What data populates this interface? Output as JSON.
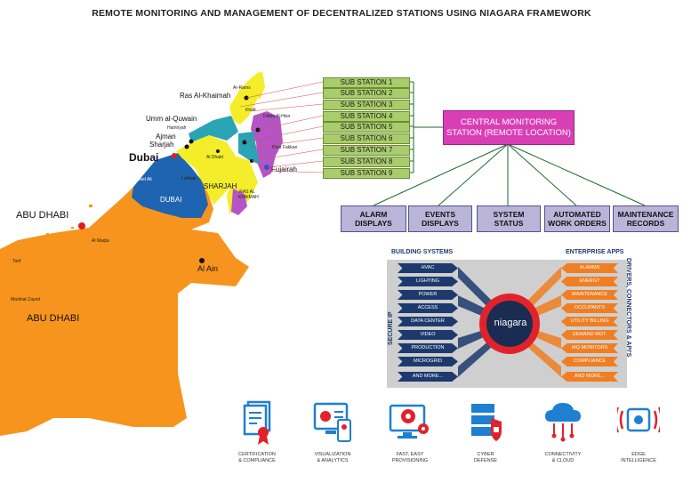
{
  "title": "REMOTE MONITORING AND MANAGEMENT OF DECENTRALIZED STATIONS USING NIAGARA FRAMEWORK",
  "map": {
    "labels": {
      "ras_al_khaimah": "Ras Al-Khaimah",
      "umm_al_quwain": "Umm al-Quwain",
      "ajman": "Ajman",
      "sharjah": "Sharjah",
      "dubai": "Dubai",
      "fujairah": "Fujairah",
      "abu_dhabi_city": "ABU DHABI",
      "al_ain": "Al Ain",
      "abu_dhabi_region": "ABU DHABI",
      "dubai_region": "DUBAI",
      "sharjah_region": "SHARJAH",
      "ar_rams": "Ar-Rams",
      "khatt": "Khatt",
      "hamriyah": "Hamriyah",
      "dibba": "Dibba Al-Hisn",
      "khor_fakkan": "Khor Fakkan",
      "al_dhaid": "Al Dhaid",
      "lahbab": "Lahbab",
      "jebel_ali": "Jebel Ali",
      "al_maqta": "Al Maqta",
      "tarif": "Tarif",
      "madinat_zayed": "Madinat Zayed",
      "ras_al_khaimah_region": "RAS AL KHAIMAH"
    },
    "colors": {
      "abu_dhabi": "#f7941d",
      "dubai": "#1f64b0",
      "sharjah": "#f4ed2a",
      "ras_al_khaimah": "#f4ed2a",
      "fujairah": "#b455c6",
      "ajman": "#2aa3b5",
      "teal": "#2aa3b5"
    }
  },
  "substations": [
    "SUB STATION 1",
    "SUB STATION 2",
    "SUB STATION 3",
    "SUB STATION 4",
    "SUB STATION 5",
    "SUB STATION 6",
    "SUB STATION 7",
    "SUB STATION 8",
    "SUB STATION 9"
  ],
  "central": {
    "line1": "CENTRAL MONITORING",
    "line2": "STATION (REMOTE LOCATION)"
  },
  "outputs": [
    {
      "line1": "ALARM",
      "line2": "DISPLAYS"
    },
    {
      "line1": "EVENTS",
      "line2": "DISPLAYS"
    },
    {
      "line1": "SYSTEM",
      "line2": "STATUS"
    },
    {
      "line1": "AUTOMATED",
      "line2": "WORK ORDERS"
    },
    {
      "line1": "MAINTENANCE",
      "line2": "RECORDS"
    }
  ],
  "niagara": {
    "building_heading": "BUILDING SYSTEMS",
    "enterprise_heading": "ENTERPRISE APPS",
    "secure_ip": "SECURE IP",
    "drivers": "DRIVERS, CONNECTORS & API'S",
    "logo": "niagara",
    "building_items": [
      "HVAC",
      "LIGHTING",
      "POWER",
      "ACCESS",
      "DATA CENTER",
      "VIDEO",
      "PRODUCTION",
      "MICROGRID",
      "AND MORE..."
    ],
    "enterprise_items": [
      "ALARMS",
      "ENERGY",
      "MAINTENANCE",
      "OCCUPANTS",
      "UTILITY BILLING",
      "DEMAND MGT.",
      "IAQ MONITORS",
      "COMPLIANCE",
      "AND MORE..."
    ]
  },
  "features": [
    {
      "icon": "certificate-icon",
      "caption": "CERTIFICATION\n& COMPLIANCE"
    },
    {
      "icon": "analytics-icon",
      "caption": "VISUALIZATION\n& ANALYTICS"
    },
    {
      "icon": "gear-monitor-icon",
      "caption": "FAST, EASY\nPROVISIONING"
    },
    {
      "icon": "shield-server-icon",
      "caption": "CYBER\nDEFENSE"
    },
    {
      "icon": "cloud-icon",
      "caption": "CONNECTIVITY\n& CLOUD"
    },
    {
      "icon": "edge-chip-icon",
      "caption": "EDGE\nINTELLIGENCE"
    }
  ]
}
